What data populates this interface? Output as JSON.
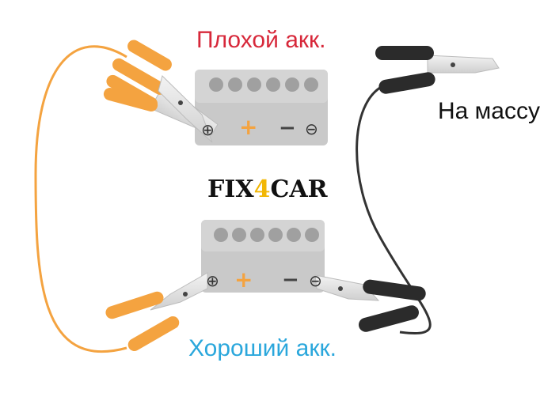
{
  "labels": {
    "bad_battery": "Плохой акк.",
    "good_battery": "Хороший акк.",
    "ground": "На массу"
  },
  "logo": {
    "part1": "FIX",
    "part2": "4",
    "part3": "CAR"
  },
  "terminals": {
    "plus_symbol": "⊕",
    "minus_symbol": "⊖",
    "plus_sign": "+",
    "minus_sign": "−"
  },
  "colors": {
    "bad_label": "#d7283a",
    "good_label": "#2aa7dc",
    "positive_cable": "#f4a340",
    "negative_cable": "#333333",
    "battery_body": "#c9c9c9",
    "battery_cell": "#a0a0a0",
    "logo_accent": "#f2b705"
  },
  "icons": [
    "battery-icon",
    "clamp-positive-icon",
    "clamp-negative-icon"
  ]
}
